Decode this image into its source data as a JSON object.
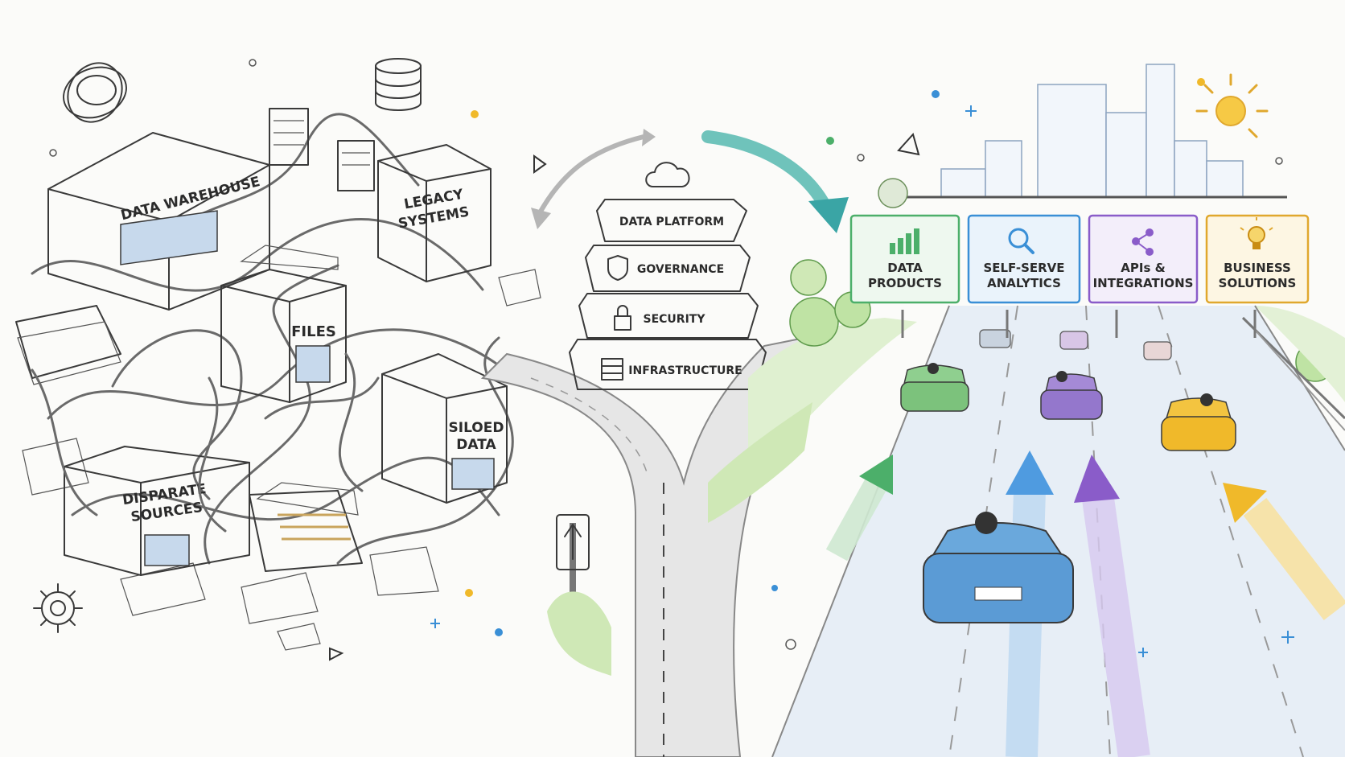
{
  "left": {
    "warehouse": "DATA WAREHOUSE",
    "legacy": [
      "LEGACY",
      "SYSTEMS"
    ],
    "files": "FILES",
    "siloed": [
      "SILOED",
      "DATA"
    ],
    "disparate": [
      "DISPARATE",
      "SOURCES"
    ]
  },
  "platform": {
    "layers": [
      {
        "label": "DATA PLATFORM",
        "color": "#b7d3ef",
        "icon": "cloud-icon"
      },
      {
        "label": "GOVERNANCE",
        "color": "#bfe3b4",
        "icon": "shield-icon"
      },
      {
        "label": "SECURITY",
        "color": "#f6dd8e",
        "icon": "lock-icon"
      },
      {
        "label": "INFRASTRUCTURE",
        "color": "#e4e4e4",
        "icon": "server-icon"
      }
    ]
  },
  "signs": [
    {
      "lines": [
        "DATA",
        "PRODUCTS"
      ],
      "icon": "bar-chart-icon",
      "color": "#4caf6a",
      "fill": "#eef8ef"
    },
    {
      "lines": [
        "SELF-SERVE",
        "ANALYTICS"
      ],
      "icon": "magnifier-icon",
      "color": "#3a8fd6",
      "fill": "#eaf3fb"
    },
    {
      "lines": [
        "APIs &",
        "INTEGRATIONS"
      ],
      "icon": "share-icon",
      "color": "#8a5cc9",
      "fill": "#f3eefa"
    },
    {
      "lines": [
        "BUSINESS",
        "SOLUTIONS"
      ],
      "icon": "lightbulb-icon",
      "color": "#e0a82e",
      "fill": "#fdf6e3"
    }
  ]
}
